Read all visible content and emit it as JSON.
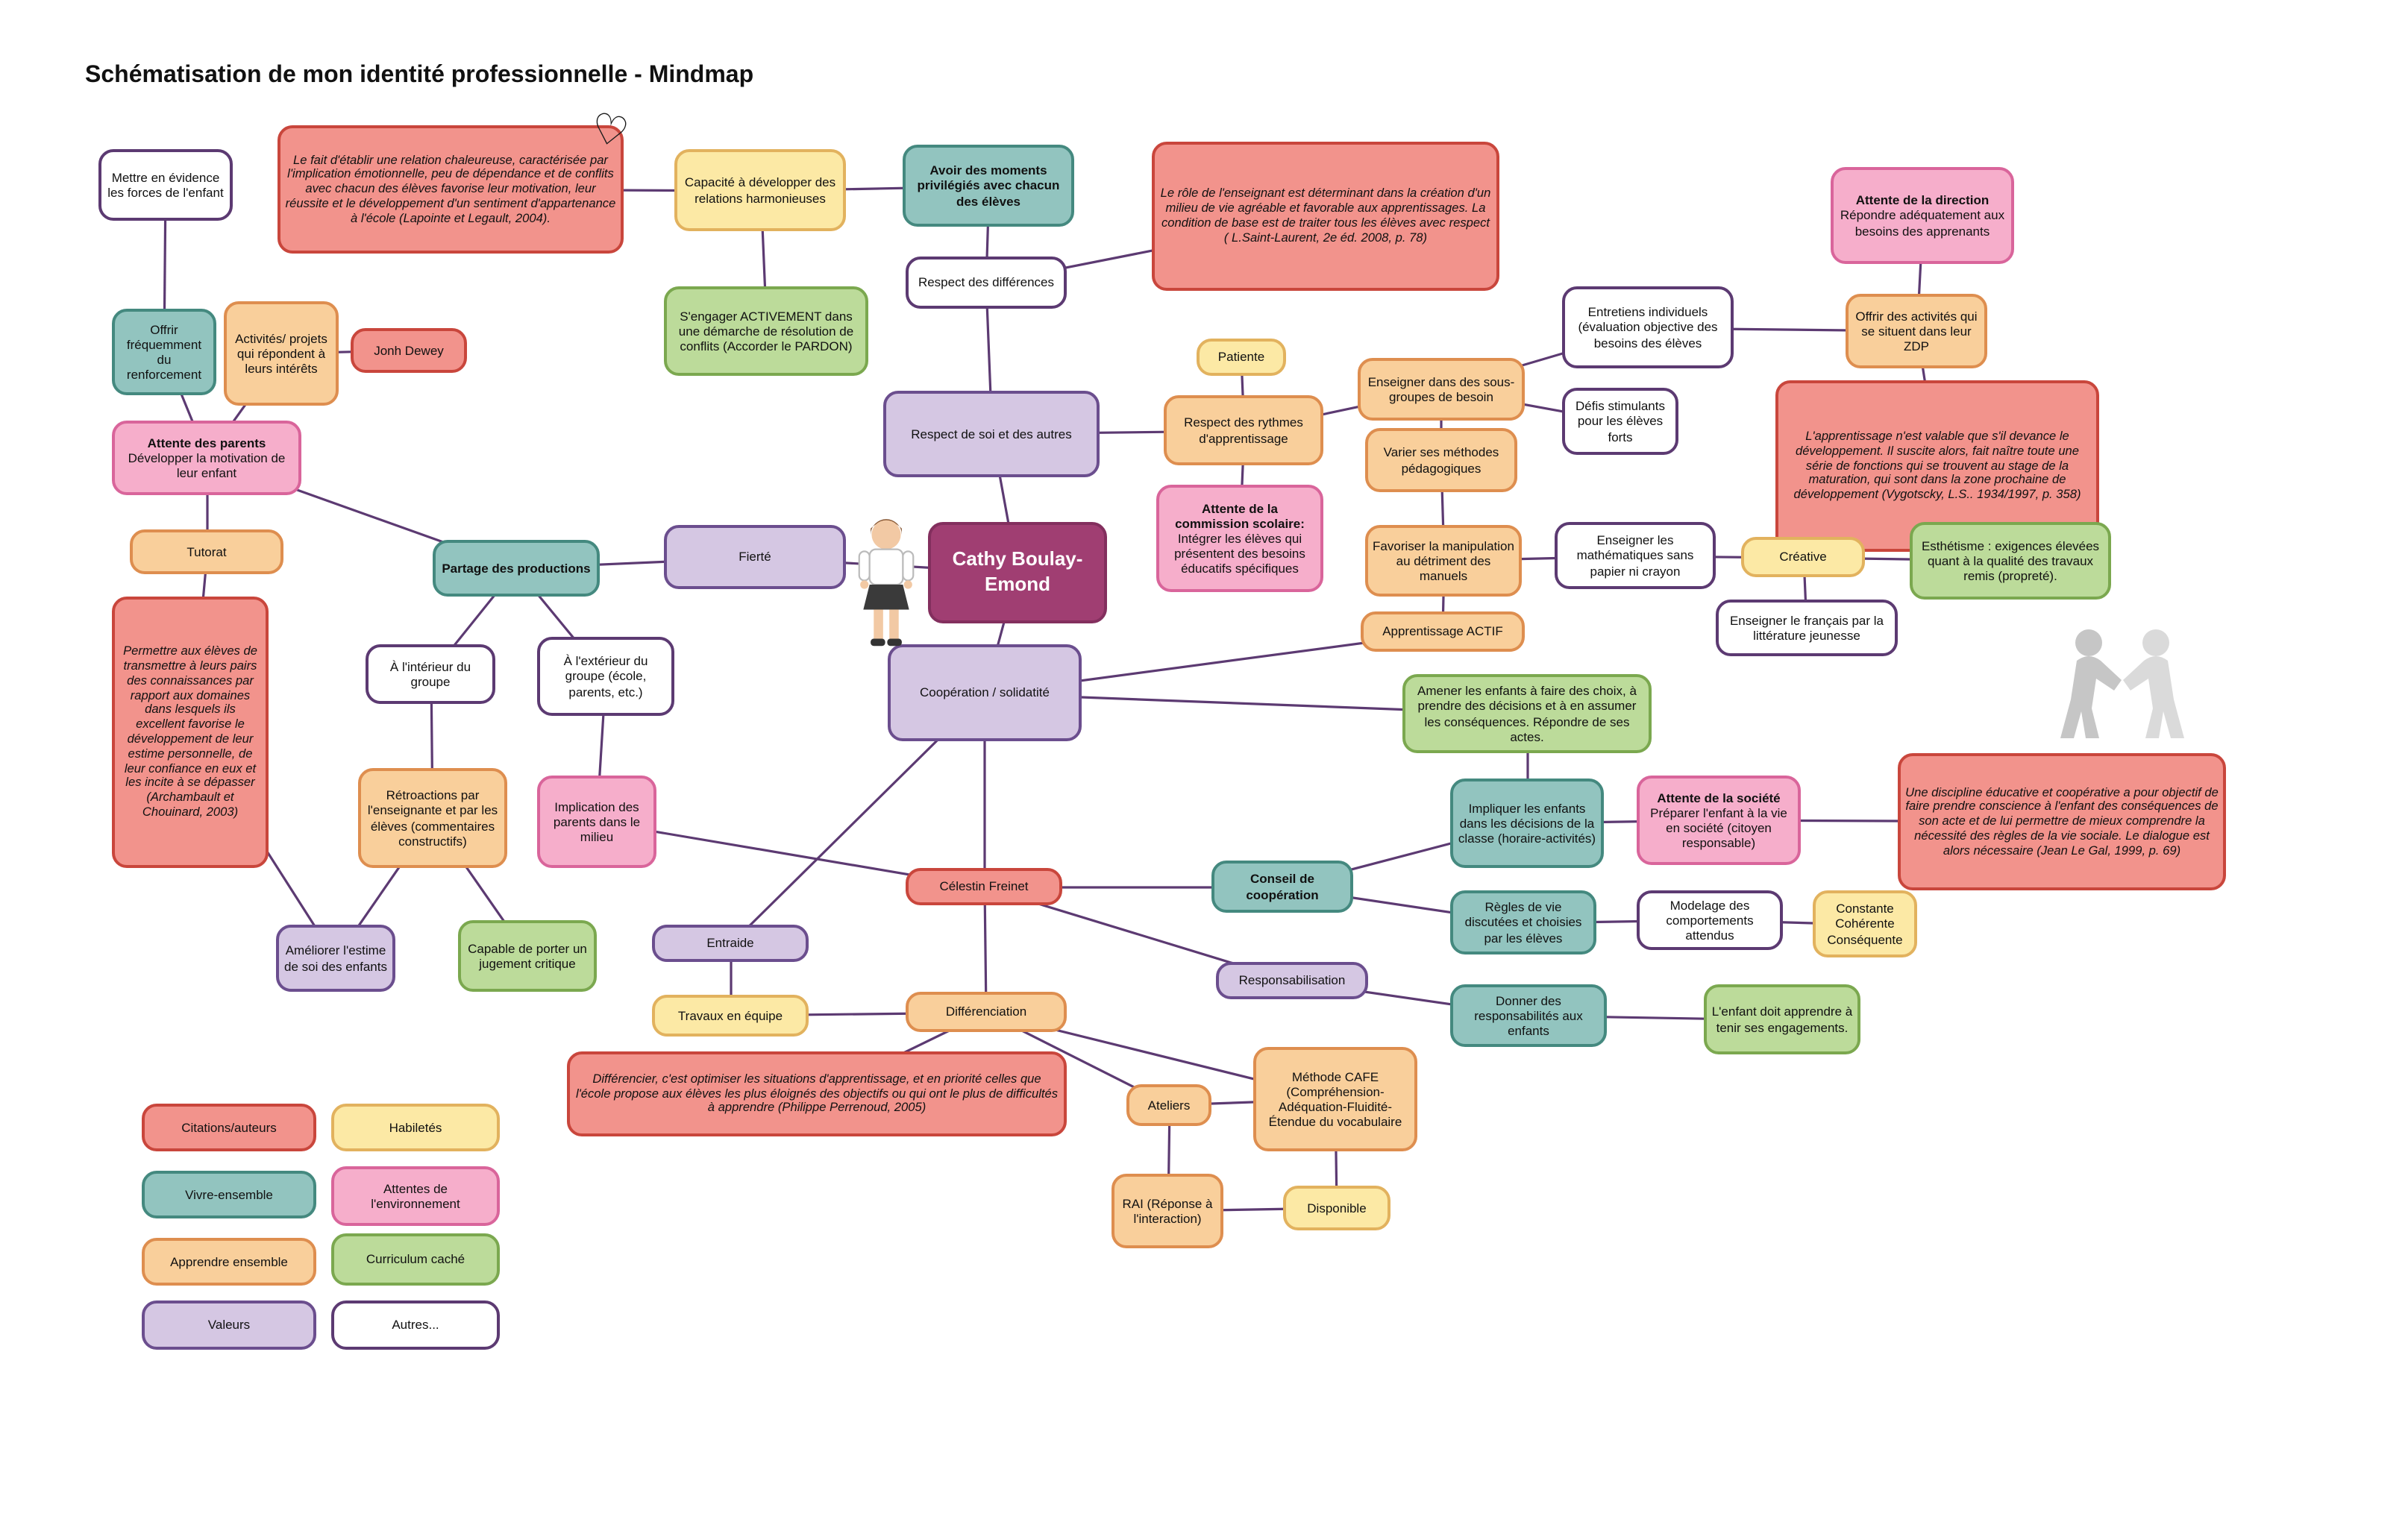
{
  "page": {
    "title": "Schématisation de mon identité professionnelle - Mindmap"
  },
  "nodes": {
    "mettre_evidence": {
      "text": "Mettre en évidence les forces de l'enfant"
    },
    "cit_lapointe": {
      "text": "Le fait d'établir une relation chaleureuse, caractérisée par l'implication émotionnelle, peu de dépendance et de conflits avec chacun des élèves favorise leur motivation, leur réussite et le développement d'un sentiment d'appartenance à l'école (Lapointe et Legault, 2004)."
    },
    "capacite_relations": {
      "text": "Capacité à développer des relations harmonieuses"
    },
    "moments_privilegies": {
      "text": "Avoir des moments privilégiés avec chacun des élèves"
    },
    "cit_stlaurent": {
      "text": "Le rôle de l'enseignant est déterminant dans la création d'un milieu de vie agréable et favorable aux apprentissages. La condition de base est de traiter tous les élèves avec respect ( L.Saint-Laurent, 2e éd. 2008, p. 78)"
    },
    "attente_direction": {
      "title": "Attente de la direction",
      "text": "Répondre adéquatement aux besoins des apprenants"
    },
    "offrir_renforcement": {
      "text": "Offrir fréquemment du renforcement"
    },
    "activites_projets": {
      "text": "Activités/ projets qui répondent à leurs intérêts"
    },
    "dewey": {
      "text": "Jonh Dewey"
    },
    "sengager_pardon": {
      "text": "S'engager ACTIVEMENT dans une démarche de résolution de conflits (Accorder le PARDON)"
    },
    "respect_differences": {
      "text": "Respect des différences"
    },
    "patiente": {
      "text": "Patiente"
    },
    "entretiens_individuels": {
      "text": "Entretiens individuels (évaluation objective des besoins des élèves"
    },
    "offrir_zdp": {
      "text": "Offrir des activités qui se situent dans leur ZDP"
    },
    "attente_parents": {
      "title": "Attente des parents",
      "text": "Développer la motivation de leur enfant"
    },
    "respect_soi": {
      "text": "Respect de soi et des autres"
    },
    "respect_rythmes": {
      "text": "Respect des rythmes d'apprentissage"
    },
    "sous_groupes": {
      "text": "Enseigner dans des sous-groupes de besoin"
    },
    "defis_stimulants": {
      "text": "Défis stimulants pour les élèves forts"
    },
    "cit_vygotsky": {
      "text": "L'apprentissage n'est valable que s'il devance le développement. Il suscite alors, fait naître toute une série de fonctions qui se trouvent au stage de la maturation, qui sont dans la zone prochaine de développement (Vygotscky, L.S.. 1934/1997, p. 358)"
    },
    "tutorat": {
      "text": "Tutorat"
    },
    "varier_methodes": {
      "text": "Varier ses méthodes pédagogiques"
    },
    "attente_commission": {
      "title": "Attente de la commission scolaire:",
      "text": "Intégrer les élèves qui présentent des besoins éducatifs spécifiques"
    },
    "partage_productions": {
      "text": "Partage des productions"
    },
    "fierte": {
      "text": "Fierté"
    },
    "favoriser_manipulation": {
      "text": "Favoriser la manipulation au détriment des manuels"
    },
    "maths_sans_papier": {
      "text": "Enseigner les mathématiques sans papier ni crayon"
    },
    "creative": {
      "text": "Créative"
    },
    "esthetisme": {
      "text": "Esthétisme : exigences élevées quant à la qualité des travaux remis (propreté)."
    },
    "cit_archambault": {
      "text": "Permettre aux élèves de transmettre à leurs pairs des connaissances par rapport aux domaines dans lesquels ils excellent favorise le développement de leur estime personnelle, de leur confiance en eux et les incite à se dépasser (Archambault et Chouinard, 2003)"
    },
    "interieur_groupe": {
      "text": "À l'intérieur du groupe"
    },
    "exterieur_groupe": {
      "text": "À l'extérieur du groupe (école, parents, etc.)"
    },
    "apprentissage_actif": {
      "text": "Apprentissage ACTIF"
    },
    "francais_litterature": {
      "text": "Enseigner le français par la littérature jeunesse"
    },
    "cooperation_solidarite": {
      "text": "Coopération / solidatité"
    },
    "amener_choix": {
      "text": "Amener les enfants à faire des choix, à prendre des décisions et à en assumer les conséquences. Répondre de ses actes."
    },
    "retroactions": {
      "text": "Rétroactions par l'enseignante et par les élèves (commentaires constructifs)"
    },
    "implication_parents": {
      "text": "Implication des parents dans le milieu"
    },
    "impliquer_enfants": {
      "text": "Impliquer les enfants dans les décisions de la classe (horaire-activités)"
    },
    "attente_societe": {
      "title": "Attente de la société",
      "text": "Préparer l'enfant à la vie en société (citoyen responsable)"
    },
    "cit_legal": {
      "text": "Une discipline éducative et coopérative a pour objectif de faire prendre conscience à l'enfant des conséquences de son acte et de lui permettre de mieux comprendre la nécessité des règles de la vie sociale. Le dialogue est alors nécessaire (Jean Le Gal, 1999, p. 69)"
    },
    "freinet": {
      "text": "Célestin Freinet"
    },
    "conseil_cooperation": {
      "text": "Conseil de coopération"
    },
    "regles_vie": {
      "text": "Règles de vie discutées et choisies par les élèves"
    },
    "modelage": {
      "text": "Modelage des comportements attendus"
    },
    "constante": {
      "text": "Constante Cohérente Conséquente"
    },
    "ameliorer_estime": {
      "text": "Améliorer l'estime de soi des enfants"
    },
    "jugement_critique": {
      "text": "Capable de porter un jugement critique"
    },
    "entraide": {
      "text": "Entraide"
    },
    "travaux_equipe": {
      "text": "Travaux en équipe"
    },
    "differenciation": {
      "text": "Différenciation"
    },
    "responsabilisation": {
      "text": "Responsabilisation"
    },
    "donner_responsabilites": {
      "text": "Donner des responsabilités aux enfants"
    },
    "tenir_engagements": {
      "text": "L'enfant doit apprendre à tenir ses engagements."
    },
    "cit_perrenoud": {
      "text": "Différencier, c'est optimiser les situations d'apprentissage, et en priorité celles que l'école propose aux élèves les plus éloignés des objectifs ou qui ont le plus de difficultés à apprendre (Philippe Perrenoud, 2005)"
    },
    "ateliers": {
      "text": "Ateliers"
    },
    "methode_cafe": {
      "text": "Méthode CAFE (Compréhension-Adéquation-Fluidité-Étendue du vocabulaire"
    },
    "rai": {
      "text": "RAI (Réponse à l'interaction)"
    },
    "disponible": {
      "text": "Disponible"
    },
    "cathy": {
      "text": "Cathy Boulay-Emond"
    }
  },
  "legend": {
    "citations_auteurs": "Citations/auteurs",
    "habiletes": "Habiletés",
    "vivre_ensemble": "Vivre-ensemble",
    "attentes_environnement": "Attentes de l'environnement",
    "apprendre_ensemble": "Apprendre ensemble",
    "curriculum_cache": "Curriculum caché",
    "valeurs": "Valeurs",
    "autres": "Autres..."
  },
  "decorations": {
    "heart": "♡"
  },
  "colors": {
    "citations": "#F2938C",
    "habiletes": "#FCE9A5",
    "vivre_ensemble": "#92C4BF",
    "attentes": "#F6AECB",
    "apprendre": "#F9CF9B",
    "curriculum": "#BCDB9A",
    "valeurs": "#D5C7E3",
    "autres": "#FFFFFF",
    "centre": "#A03E72",
    "lien": "#5C3A72"
  }
}
